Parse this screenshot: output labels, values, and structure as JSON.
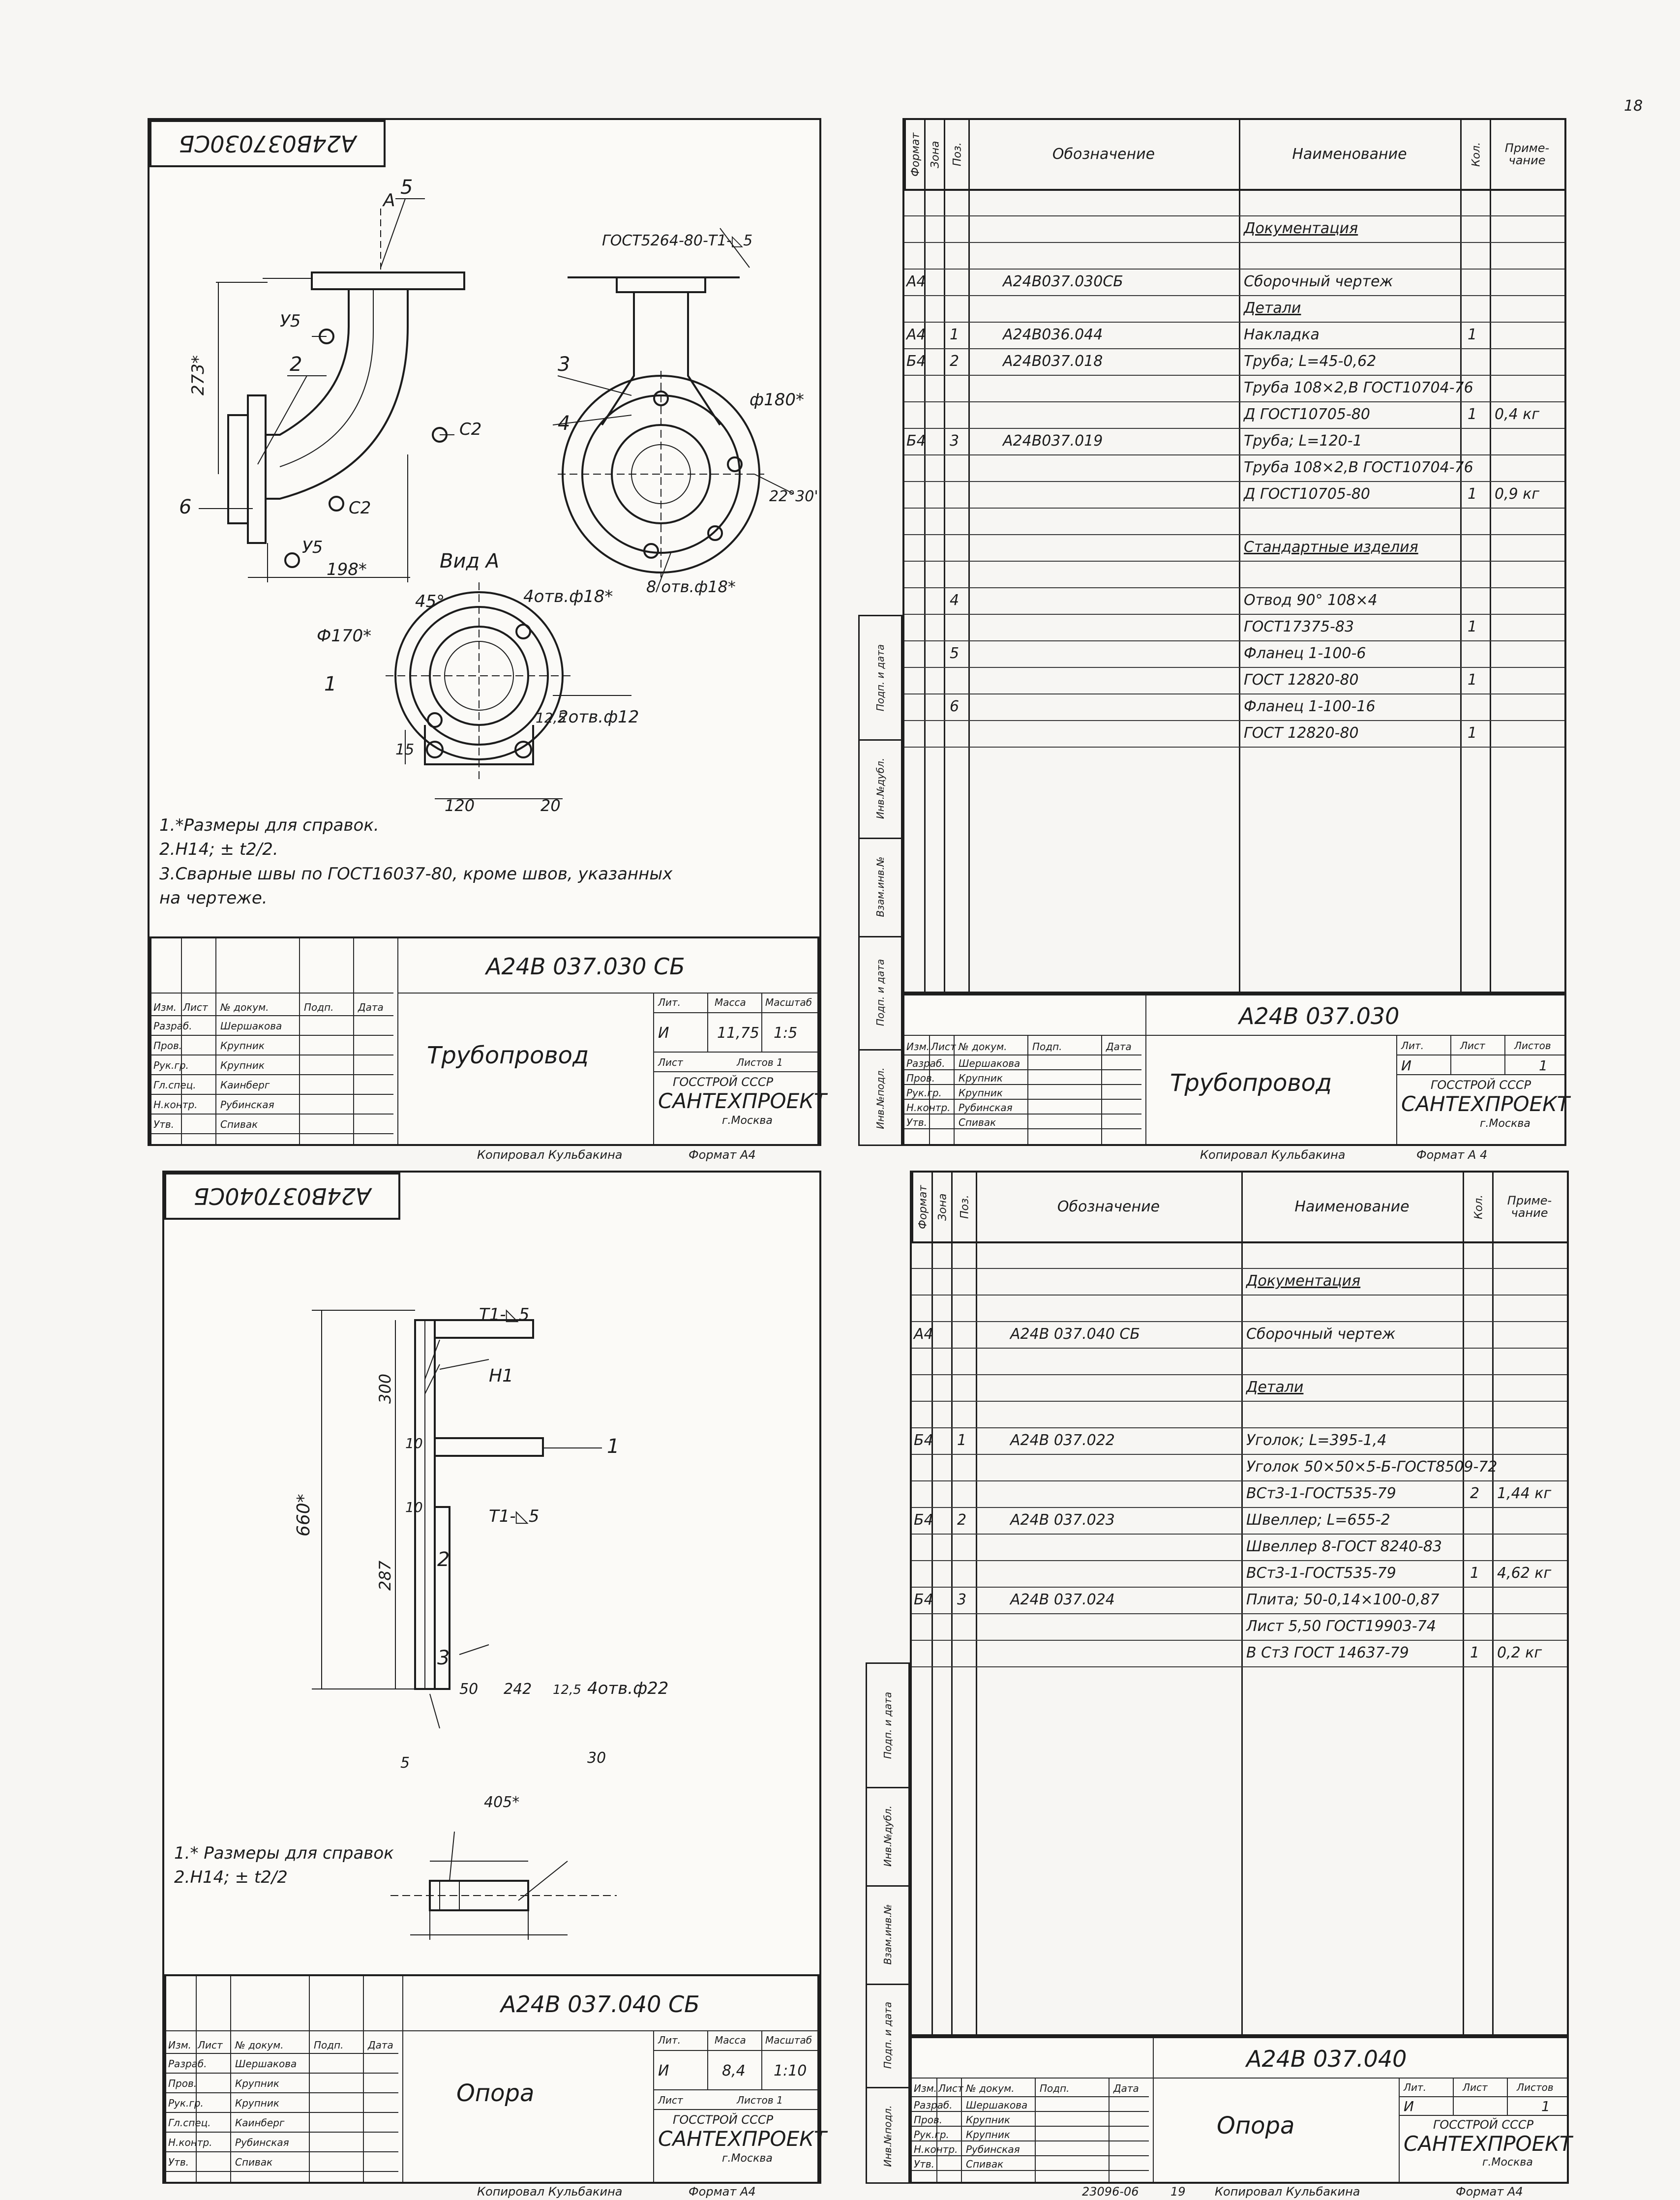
{
  "page_number": "18",
  "sheet1": {
    "rotated_code": "А24В037030СБ",
    "labels": {
      "p5": "5",
      "p3": "3",
      "p4": "4",
      "p2": "2",
      "p6": "6",
      "p1": "1",
      "weld_top": "ГОСТ5264-80-Т1-◺5",
      "u5a": "У5",
      "u5b": "У5",
      "c2a": "С2",
      "c2b": "С2",
      "dim_273": "273*",
      "dim_198": "198*",
      "dim_180": "ф180*",
      "dim_2230": "22°30'",
      "holes8": "8 отв.ф18*",
      "arrow_a": "А",
      "view_a": "Вид А",
      "angle45": "45°",
      "holes4": "4отв.ф18*",
      "dim_170": "Ф170*",
      "dim_125": "12,5",
      "holes2": "2отв.ф12",
      "dim_15": "15",
      "dim_120": "120",
      "dim_20": "20"
    },
    "notes": [
      "1.*Размеры для справок.",
      "2.Н14; ± t2/2.",
      "3.Сварные швы по ГОСТ16037-80, кроме швов, указанных",
      "на чертеже."
    ],
    "title_block": {
      "code": "А24В 037.030 СБ",
      "name": "Трубопровод",
      "roles": [
        "Изм.",
        "Лист",
        "№ докум.",
        "Подп.",
        "Дата",
        "Разраб.",
        "Пров.",
        "Рук.гр.",
        "Гл.спец.",
        "Н.контр.",
        "Утв."
      ],
      "people": [
        "Шершакова",
        "Крупник",
        "Крупник",
        "Каинберг",
        "Рубинская",
        "Спивак"
      ],
      "lit_label": "Лит.",
      "mass_label": "Масса",
      "scale_label": "Масштаб",
      "lit": "И",
      "mass": "11,75",
      "scale": "1:5",
      "sheet_label": "Лист",
      "sheets_label": "Листов 1",
      "org1": "ГОССТРОЙ СССР",
      "org2": "САНТЕХПРОЕКТ",
      "org3": "г.Москва"
    },
    "copied": "Копировал Кульбакина",
    "format": "Формат А4"
  },
  "sheet2": {
    "headers": [
      "Формат",
      "Зона",
      "Поз.",
      "Обозначение",
      "Наименование",
      "Кол.",
      "Приме-чание"
    ],
    "rows": [
      {
        "fmt": "",
        "pos": "",
        "des": "",
        "name": "",
        "qty": "",
        "note": ""
      },
      {
        "fmt": "",
        "pos": "",
        "des": "",
        "name": "Документация",
        "section": true,
        "qty": "",
        "note": ""
      },
      {
        "fmt": "",
        "pos": "",
        "des": "",
        "name": "",
        "qty": "",
        "note": ""
      },
      {
        "fmt": "А4",
        "pos": "",
        "des": "А24В037.030СБ",
        "name": "Сборочный чертеж",
        "qty": "",
        "note": ""
      },
      {
        "fmt": "",
        "pos": "",
        "des": "",
        "name": "Детали",
        "section": true,
        "qty": "",
        "note": ""
      },
      {
        "fmt": "А4",
        "pos": "1",
        "des": "А24В036.044",
        "name": "Накладка",
        "qty": "1",
        "note": ""
      },
      {
        "fmt": "Б4",
        "pos": "2",
        "des": "А24В037.018",
        "name": "Труба; L=45-0,62",
        "qty": "",
        "note": ""
      },
      {
        "fmt": "",
        "pos": "",
        "des": "",
        "name": "Труба 108×2,В ГОСТ10704-76",
        "qty": "",
        "note": ""
      },
      {
        "fmt": "",
        "pos": "",
        "des": "",
        "name": "Д ГОСТ10705-80",
        "qty": "1",
        "note": "0,4 кг"
      },
      {
        "fmt": "Б4",
        "pos": "3",
        "des": "А24В037.019",
        "name": "Труба; L=120-1",
        "qty": "",
        "note": ""
      },
      {
        "fmt": "",
        "pos": "",
        "des": "",
        "name": "Труба 108×2,В ГОСТ10704-76",
        "qty": "",
        "note": ""
      },
      {
        "fmt": "",
        "pos": "",
        "des": "",
        "name": "Д ГОСТ10705-80",
        "qty": "1",
        "note": "0,9 кг"
      },
      {
        "fmt": "",
        "pos": "",
        "des": "",
        "name": "",
        "qty": "",
        "note": ""
      },
      {
        "fmt": "",
        "pos": "",
        "des": "",
        "name": "Стандартные изделия",
        "section": true,
        "qty": "",
        "note": ""
      },
      {
        "fmt": "",
        "pos": "",
        "des": "",
        "name": "",
        "qty": "",
        "note": ""
      },
      {
        "fmt": "",
        "pos": "4",
        "des": "",
        "name": "Отвод 90° 108×4",
        "qty": "",
        "note": ""
      },
      {
        "fmt": "",
        "pos": "",
        "des": "",
        "name": "ГОСТ17375-83",
        "qty": "1",
        "note": ""
      },
      {
        "fmt": "",
        "pos": "5",
        "des": "",
        "name": "Фланец 1-100-6",
        "qty": "",
        "note": ""
      },
      {
        "fmt": "",
        "pos": "",
        "des": "",
        "name": "ГОСТ 12820-80",
        "qty": "1",
        "note": ""
      },
      {
        "fmt": "",
        "pos": "6",
        "des": "",
        "name": "Фланец 1-100-16",
        "qty": "",
        "note": ""
      },
      {
        "fmt": "",
        "pos": "",
        "des": "",
        "name": "ГОСТ 12820-80",
        "qty": "1",
        "note": ""
      }
    ],
    "side_strip": [
      "Инв.№подл.",
      "Подп. и дата",
      "Взам.инв.№",
      "Инв.№дубл.",
      "Подп. и дата"
    ],
    "title_block": {
      "code": "А24В 037.030",
      "name": "Трубопровод",
      "roles": [
        "Изм.",
        "Лист",
        "№ докум.",
        "Подп.",
        "Дата",
        "Разраб.",
        "Пров.",
        "Рук.гр.",
        "Н.контр.",
        "Утв."
      ],
      "people": [
        "Шершакова",
        "Крупник",
        "Крупник",
        "Рубинская",
        "Спивак"
      ],
      "lit_label": "Лит.",
      "sheet_label": "Лист",
      "sheets_label": "Листов",
      "lit": "И",
      "sheet": "1",
      "org1": "ГОССТРОЙ СССР",
      "org2": "САНТЕХПРОЕКТ",
      "org3": "г.Москва"
    },
    "copied": "Копировал Кульбакина",
    "format": "Формат А 4"
  },
  "sheet3": {
    "rotated_code": "А24В037040СБ",
    "labels": {
      "weld1": "Т1-◺5",
      "h1": "Н1",
      "p1": "1",
      "p2": "2",
      "p3": "3",
      "dim_660": "660*",
      "dim_300": "300",
      "dim_287": "287",
      "dim_10a": "10",
      "dim_10b": "10",
      "weld2": "Т1-◺5",
      "dim_50": "50",
      "dim_242": "242",
      "dim_125": "12,5",
      "holes": "4отв.ф22",
      "dim_5": "5",
      "dim_30": "30",
      "dim_405": "405*"
    },
    "notes": [
      "1.* Размеры для справок",
      "2.Н14; ± t2/2"
    ],
    "title_block": {
      "code": "А24В 037.040 СБ",
      "name": "Опора",
      "roles": [
        "Изм.",
        "Лист",
        "№ докум.",
        "Подп.",
        "Дата",
        "Разраб.",
        "Пров.",
        "Рук.гр.",
        "Гл.спец.",
        "Н.контр.",
        "Утв."
      ],
      "people": [
        "Шершакова",
        "Крупник",
        "Крупник",
        "Каинберг",
        "Рубинская",
        "Спивак"
      ],
      "lit_label": "Лит.",
      "mass_label": "Масса",
      "scale_label": "Масштаб",
      "lit": "И",
      "mass": "8,4",
      "scale": "1:10",
      "sheet_label": "Лист",
      "sheets_label": "Листов 1",
      "org1": "ГОССТРОЙ СССР",
      "org2": "САНТЕХПРОЕКТ",
      "org3": "г.Москва"
    },
    "copied": "Копировал Кульбакина",
    "format": "Формат А4"
  },
  "sheet4": {
    "headers": [
      "Формат",
      "Зона",
      "Поз.",
      "Обозначение",
      "Наименование",
      "Кол.",
      "Приме-чание"
    ],
    "rows": [
      {
        "fmt": "",
        "pos": "",
        "des": "",
        "name": "",
        "qty": "",
        "note": ""
      },
      {
        "fmt": "",
        "pos": "",
        "des": "",
        "name": "Документация",
        "section": true,
        "qty": "",
        "note": ""
      },
      {
        "fmt": "",
        "pos": "",
        "des": "",
        "name": "",
        "qty": "",
        "note": ""
      },
      {
        "fmt": "А4",
        "pos": "",
        "des": "А24В 037.040 СБ",
        "name": "Сборочный чертеж",
        "qty": "",
        "note": ""
      },
      {
        "fmt": "",
        "pos": "",
        "des": "",
        "name": "",
        "qty": "",
        "note": ""
      },
      {
        "fmt": "",
        "pos": "",
        "des": "",
        "name": "Детали",
        "section": true,
        "qty": "",
        "note": ""
      },
      {
        "fmt": "",
        "pos": "",
        "des": "",
        "name": "",
        "qty": "",
        "note": ""
      },
      {
        "fmt": "Б4",
        "pos": "1",
        "des": "А24В 037.022",
        "name": "Уголок; L=395-1,4",
        "qty": "",
        "note": ""
      },
      {
        "fmt": "",
        "pos": "",
        "des": "",
        "name": "Уголок 50×50×5-Б-ГОСТ8509-72",
        "qty": "",
        "note": ""
      },
      {
        "fmt": "",
        "pos": "",
        "des": "",
        "name": "ВСт3-1-ГОСТ535-79",
        "qty": "2",
        "note": "1,44 кг"
      },
      {
        "fmt": "Б4",
        "pos": "2",
        "des": "А24В 037.023",
        "name": "Швеллер; L=655-2",
        "qty": "",
        "note": ""
      },
      {
        "fmt": "",
        "pos": "",
        "des": "",
        "name": "Швеллер 8-ГОСТ 8240-83",
        "qty": "",
        "note": ""
      },
      {
        "fmt": "",
        "pos": "",
        "des": "",
        "name": "ВСт3-1-ГОСТ535-79",
        "qty": "1",
        "note": "4,62 кг"
      },
      {
        "fmt": "Б4",
        "pos": "3",
        "des": "А24В 037.024",
        "name": "Плита; 50-0,14×100-0,87",
        "qty": "",
        "note": ""
      },
      {
        "fmt": "",
        "pos": "",
        "des": "",
        "name": "Лист 5,50 ГОСТ19903-74",
        "qty": "",
        "note": ""
      },
      {
        "fmt": "",
        "pos": "",
        "des": "",
        "name": "В Ст3 ГОСТ 14637-79",
        "qty": "1",
        "note": "0,2 кг"
      }
    ],
    "side_strip": [
      "Инв.№подл.",
      "Подп. и дата",
      "Взам.инв.№",
      "Инв.№дубл.",
      "Подп. и дата"
    ],
    "title_block": {
      "code": "А24В 037.040",
      "name": "Опора",
      "roles": [
        "Изм.",
        "Лист",
        "№ докум.",
        "Подп.",
        "Дата",
        "Разраб.",
        "Пров.",
        "Рук.гр.",
        "Н.контр.",
        "Утв."
      ],
      "people": [
        "Шершакова",
        "Крупник",
        "Крупник",
        "Рубинская",
        "Спивак"
      ],
      "lit_label": "Лит.",
      "sheet_label": "Лист",
      "sheets_label": "Листов",
      "lit": "И",
      "sheet": "1",
      "org1": "ГОССТРОЙ СССР",
      "org2": "САНТЕХПРОЕКТ",
      "org3": "г.Москва"
    },
    "doc_number": "23096-06",
    "sheet_no": "19",
    "copied": "Копировал Кульбакина",
    "format": "Формат А4"
  }
}
